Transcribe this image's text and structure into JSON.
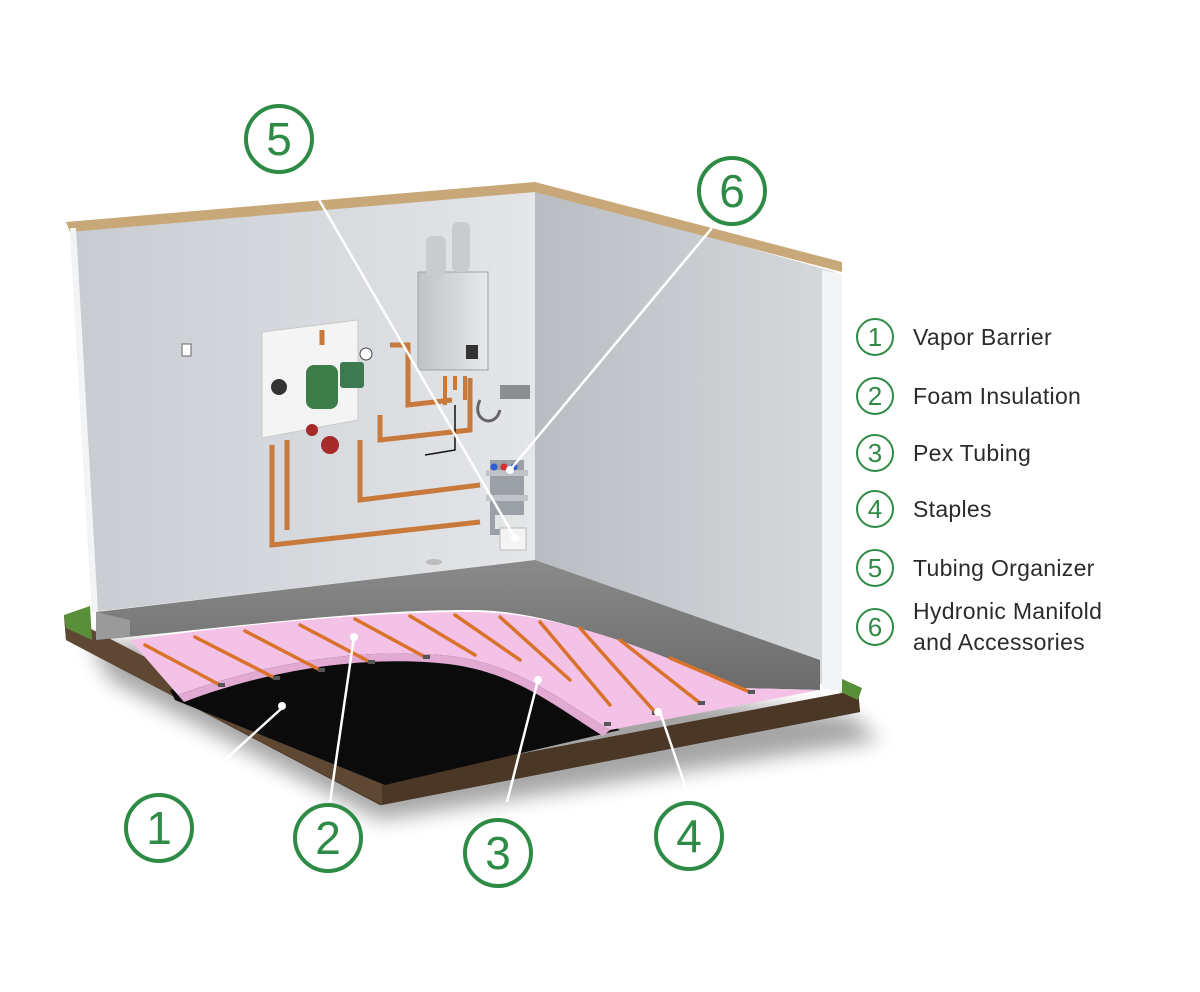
{
  "callouts": {
    "c1": "1",
    "c2": "2",
    "c3": "3",
    "c4": "4",
    "c5": "5",
    "c6": "6"
  },
  "legend": {
    "items": [
      {
        "num": "1",
        "label": "Vapor Barrier"
      },
      {
        "num": "2",
        "label": "Foam Insulation"
      },
      {
        "num": "3",
        "label": "Pex Tubing"
      },
      {
        "num": "4",
        "label": "Staples"
      },
      {
        "num": "5",
        "label": "Tubing Organizer"
      },
      {
        "num": "6",
        "label": "Hydronic Manifold\nand Accessories"
      }
    ]
  },
  "colors": {
    "accent_green": "#2e8b45",
    "wall": "#d9dce0",
    "foam": "#f2c3e6",
    "pex": "#d9722a",
    "concrete": "#7a7a7a",
    "soil": "#4a3828",
    "vapor_barrier": "#0b0b0b"
  }
}
